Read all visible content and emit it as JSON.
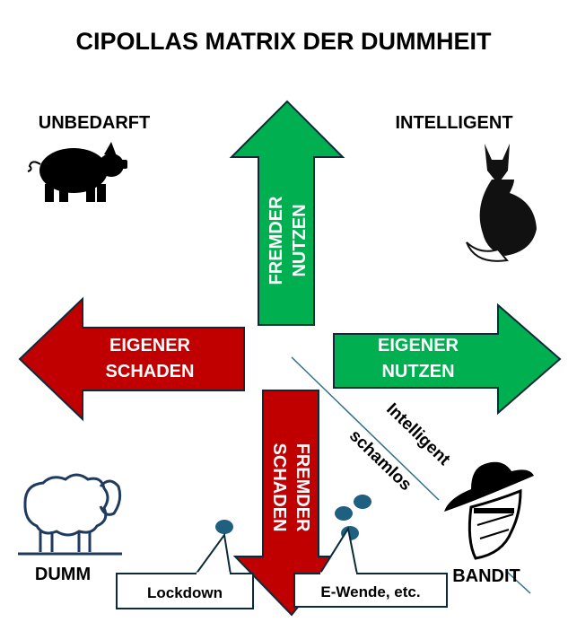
{
  "title": "CIPOLLAS  MATRIX DER DUMMHEIT",
  "quadrants": {
    "top_left": "UNBEDARFT",
    "top_right": "INTELLIGENT",
    "bottom_left": "DUMM",
    "bottom_right": "BANDIT"
  },
  "arrows": {
    "up": [
      "FREMDER",
      "NUTZEN"
    ],
    "left": [
      "EIGENER",
      "SCHADEN"
    ],
    "right": [
      "EIGENER",
      "NUTZEN"
    ],
    "down": [
      "FREMDER",
      "SCHADEN"
    ]
  },
  "diagonal": {
    "line1": "Intelligent",
    "line2": "schamlos"
  },
  "callouts": [
    "Lockdown",
    "E-Wende, etc."
  ],
  "colors": {
    "green": "#00b050",
    "red": "#c00000",
    "outline": "#0b2a3a",
    "dot": "#1f5f80"
  }
}
